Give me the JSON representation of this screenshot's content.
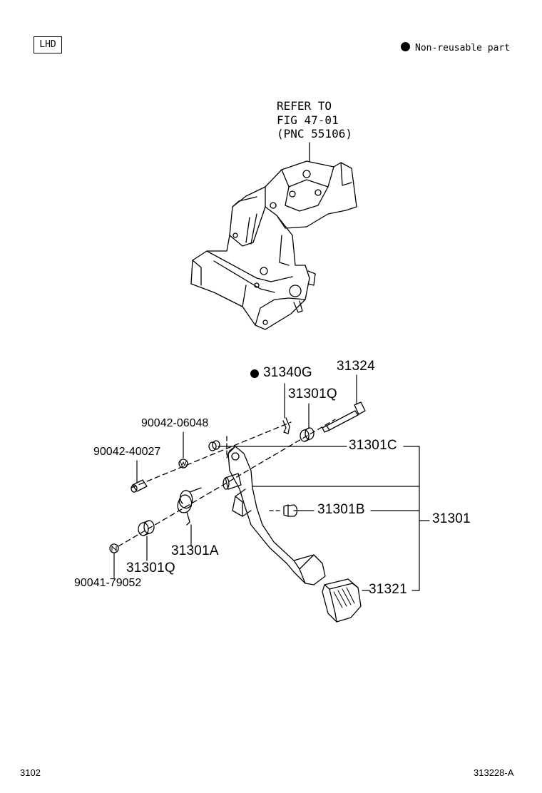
{
  "header": {
    "lhd_label": "LHD",
    "legend_text": "Non-reusable part"
  },
  "refer_note": {
    "line1": "REFER TO",
    "line2": "FIG 47-01",
    "line3": "(PNC 55106)"
  },
  "parts": {
    "p31340G": "31340G",
    "p31324": "31324",
    "p31301Q_top": "31301Q",
    "p90042_06048": "90042-06048",
    "p90042_40027": "90042-40027",
    "p31301C": "31301C",
    "p31301B": "31301B",
    "p31301": "31301",
    "p31301A": "31301A",
    "p31301Q_bottom": "31301Q",
    "p90041_79052": "90041-79052",
    "p31321": "31321"
  },
  "footer": {
    "page_number": "3102",
    "figure_code": "313228-A"
  }
}
